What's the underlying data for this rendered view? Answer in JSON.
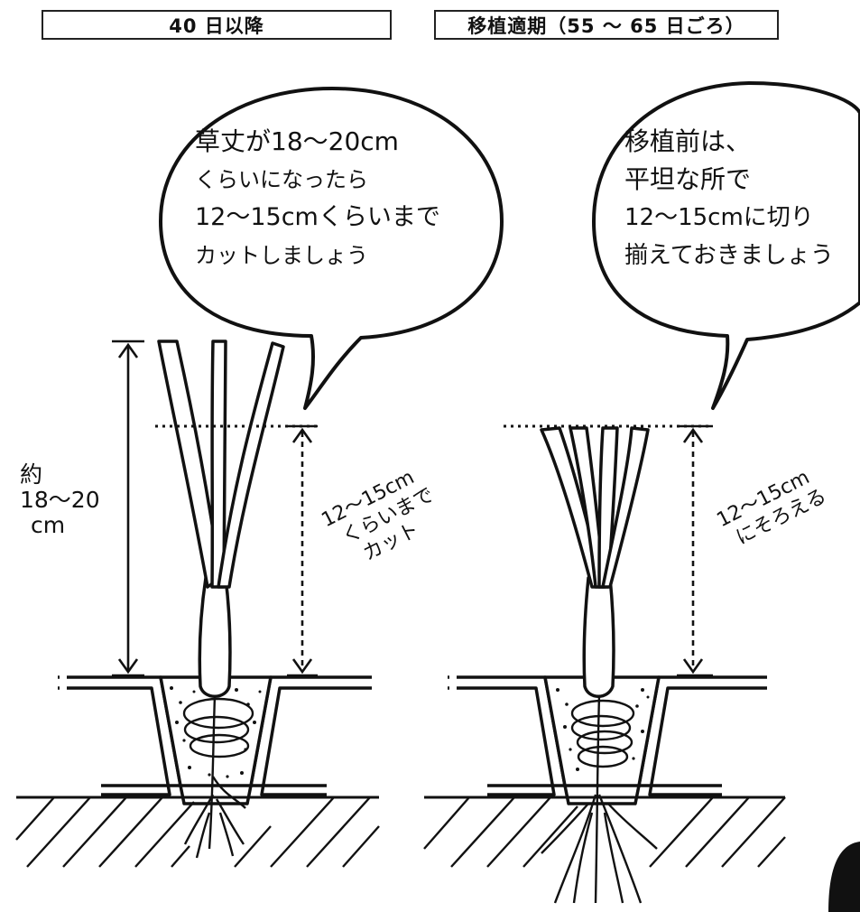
{
  "headers": {
    "left": "40 日以降",
    "right": "移植適期（55 〜 65 日ごろ）"
  },
  "left_bubble": {
    "lines": [
      "草丈が18〜20cm",
      "くらいになったら",
      "12〜15cmくらいまで",
      "カットしましょう"
    ]
  },
  "right_bubble": {
    "lines": [
      "移植前は、",
      "平坦な所で",
      "12〜15cmに切り",
      "揃えておきましょう"
    ]
  },
  "left_measure": {
    "lines": [
      "約",
      "18〜20",
      "cm"
    ]
  },
  "left_cut_label": {
    "lines": [
      "12〜15cm",
      "くらいまで",
      "カット"
    ]
  },
  "right_cut_label": {
    "lines": [
      "12〜15cm",
      "にそろえる"
    ]
  },
  "colors": {
    "ink": "#111111",
    "paper": "#ffffff"
  }
}
